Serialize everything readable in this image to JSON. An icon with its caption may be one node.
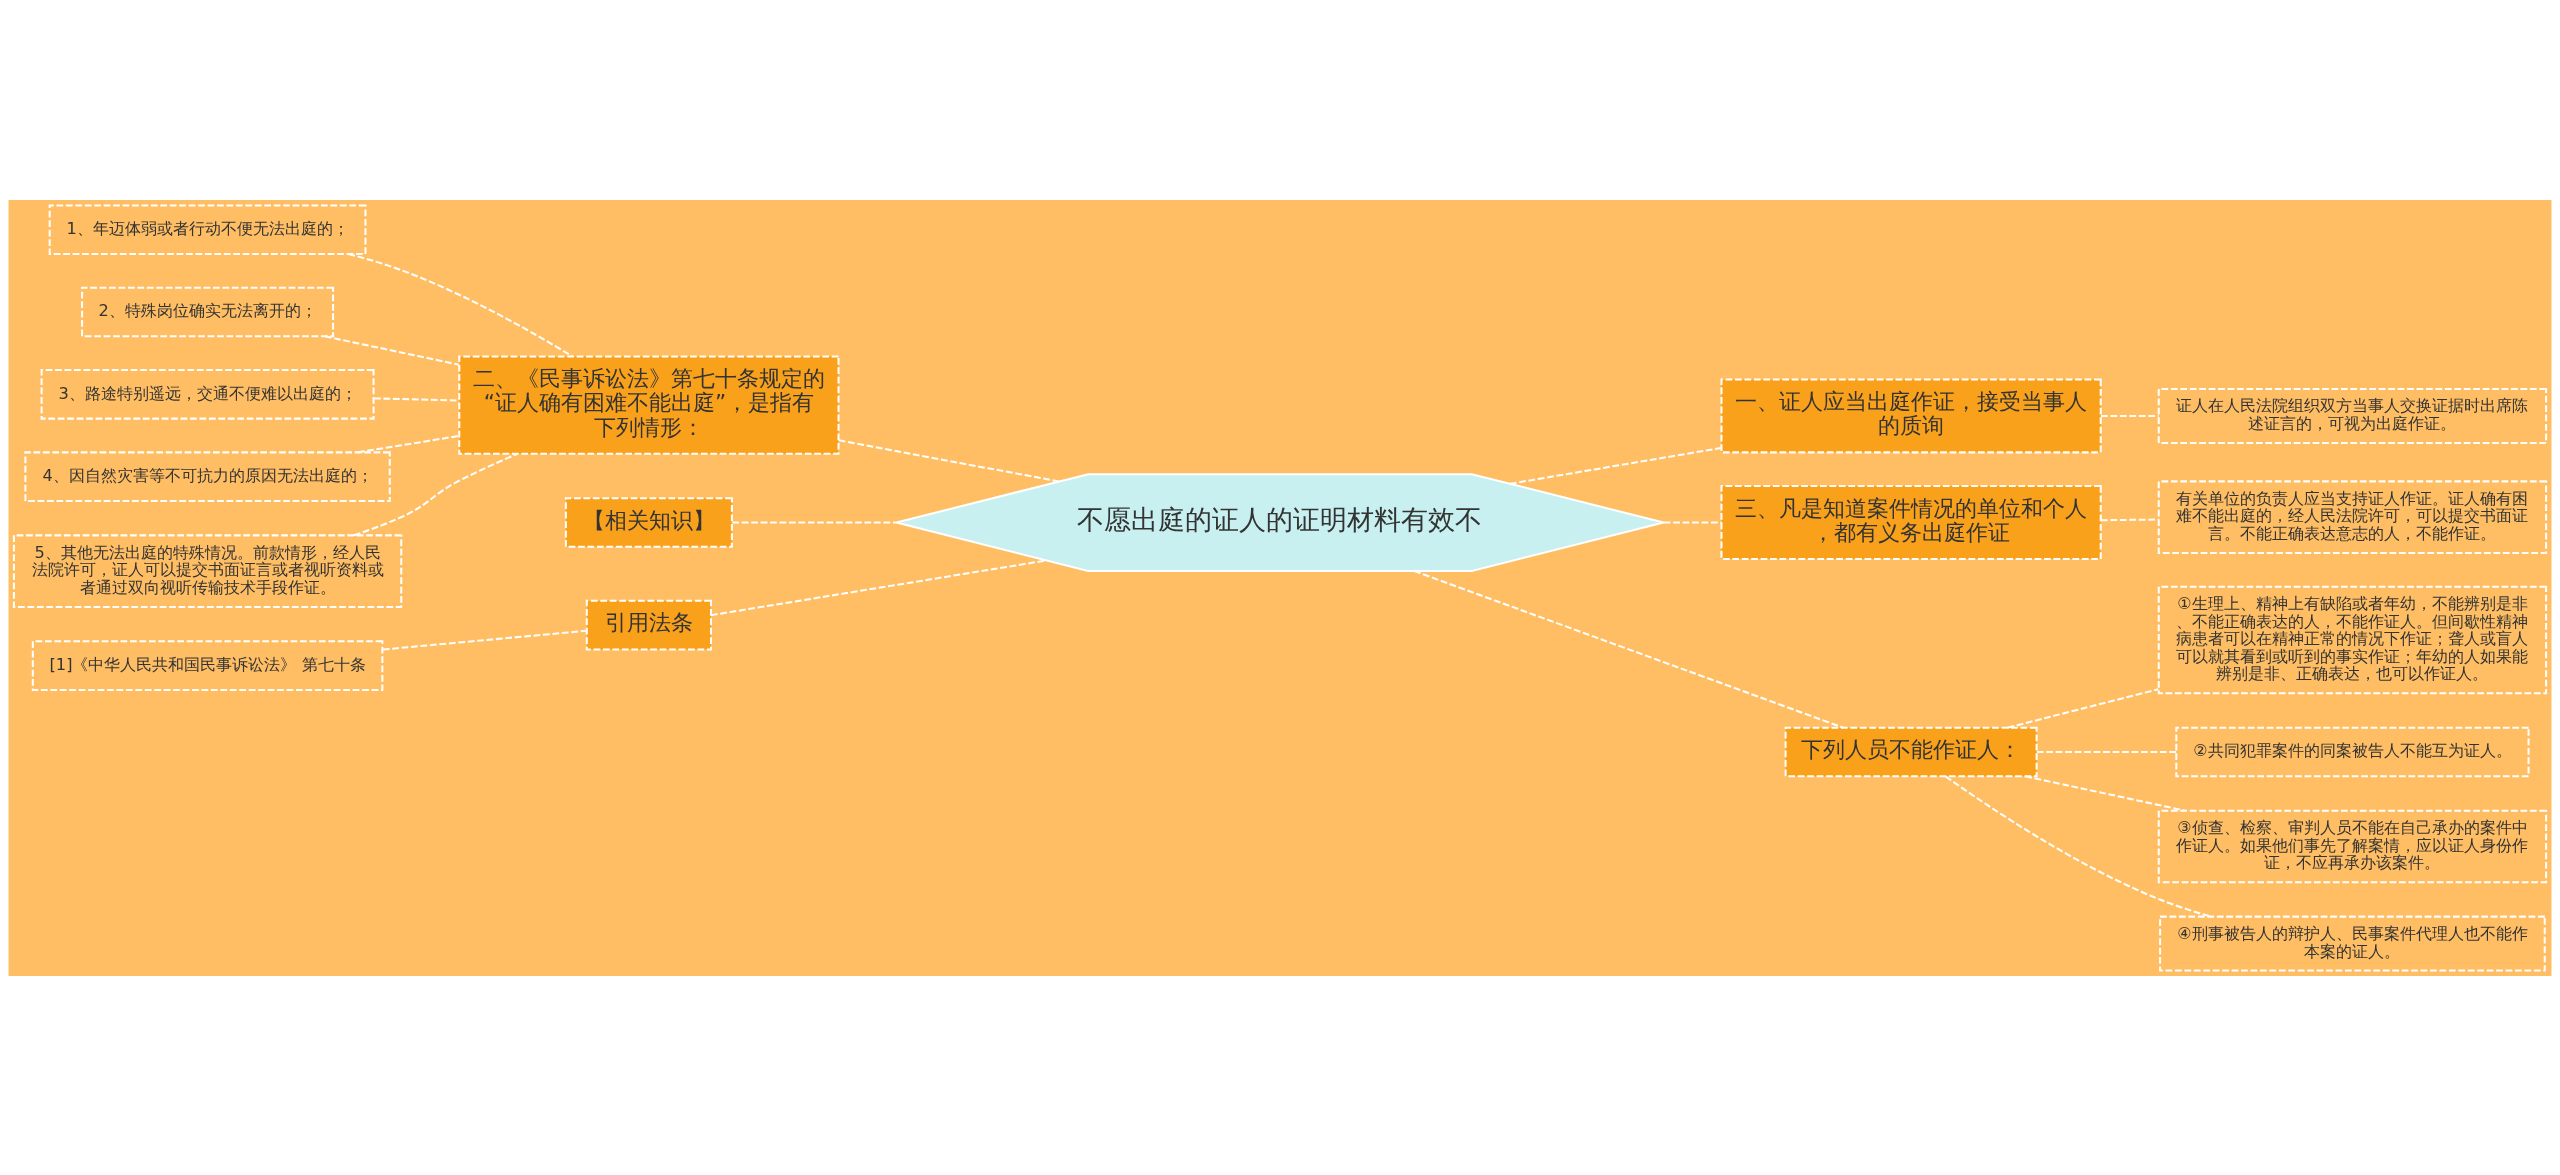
{
  "diagram": {
    "nodes": [
      {
        "text": [
          "不愿出庭的证人的证明材料有效不"
        ]
      },
      {
        "text": [
          "一、证人应当出庭作证，接受当事人的质询"
        ]
      },
      {
        "text": [
          "证人在人民法院组织双方当事人交换证据时出席陈述证言的，可视为出庭作证。"
        ]
      },
      {
        "text": [
          "三、凡是知道案件情况的单位和个人，都有义务出庭作证"
        ]
      },
      {
        "text": [
          "有关单位的负责人应当支持证人作证。证人确有困难不能出庭的，经人民法院许可，可以提交书面证言。不能正确表达意志的人，不能作证。"
        ]
      },
      {
        "text": [
          "下列人员不能作证人："
        ]
      },
      {
        "text": [
          "①生理上、精神上有缺陷或者年幼，不能辨别是非、不能正确表达的人，不能作证人。但间歇性精神病患者可以在精神正常的情况下作证；聋人或盲人可以就其看到或听到的事实作证；年幼的人如果能辨别是非、正确表达，也可以作证人。"
        ]
      },
      {
        "text": [
          "②共同犯罪案件的同案被告人不能互为证人。"
        ]
      },
      {
        "text": [
          "③侦查、检察、审判人员不能在自己承办的案件中作证人。如果他们事先了解案情，应以证人身份作证，不应再承办该案件。"
        ]
      },
      {
        "text": [
          "④刑事被告人的辩护人、民事案件代理人也不能作本案的证人。"
        ]
      },
      {
        "text": [
          "二、《民事诉讼法》第七十条规定的“证人确有困难不能出庭”，是指有下列情形："
        ]
      },
      {
        "text": [
          "1、年迈体弱或者行动不便无法出庭的；"
        ]
      },
      {
        "text": [
          "2、特殊岗位确实无法离开的；"
        ]
      },
      {
        "text": [
          "3、路途特别遥远，交通不便难以出庭的；"
        ]
      },
      {
        "text": [
          "4、因自然灾害等不可抗力的原因无法出庭的；"
        ]
      },
      {
        "text": [
          "5、其他无法出庭的特殊情况。前款情形，经人民法院许可，证人可以提交书面证言或者视听资料或者通过双向视听传输技术手段作证。"
        ]
      },
      {
        "text": [
          "【相关知识】"
        ]
      },
      {
        "text": [
          "引用法条"
        ]
      },
      {
        "text": [
          "[1]《中华人民共和国民事诉讼法》 第七十条"
        ]
      }
    ],
    "edges": [
      {
        "from": 0,
        "to": 1,
        "arrow": "none"
      },
      {
        "from": 1,
        "to": 2,
        "arrow": "none"
      },
      {
        "from": 0,
        "to": 3,
        "arrow": "none"
      },
      {
        "from": 3,
        "to": 4,
        "arrow": "none"
      },
      {
        "from": 0,
        "to": 5,
        "arrow": "none"
      },
      {
        "from": 5,
        "to": 6,
        "arrow": "none"
      },
      {
        "from": 5,
        "to": 7,
        "arrow": "none"
      },
      {
        "from": 5,
        "to": 8,
        "arrow": "none"
      },
      {
        "from": 5,
        "to": 9,
        "arrow": "none"
      },
      {
        "from": 10,
        "to": 0,
        "arrow": "none"
      },
      {
        "from": 11,
        "to": 10,
        "arrow": "none"
      },
      {
        "from": 12,
        "to": 10,
        "arrow": "none"
      },
      {
        "from": 13,
        "to": 10,
        "arrow": "none"
      },
      {
        "from": 14,
        "to": 10,
        "arrow": "none"
      },
      {
        "from": 15,
        "to": 10,
        "arrow": "none"
      },
      {
        "from": 16,
        "to": 0,
        "arrow": "none"
      },
      {
        "from": 17,
        "to": 0,
        "arrow": "none"
      },
      {
        "from": 18,
        "to": 17,
        "arrow": "none"
      }
    ]
  }
}
